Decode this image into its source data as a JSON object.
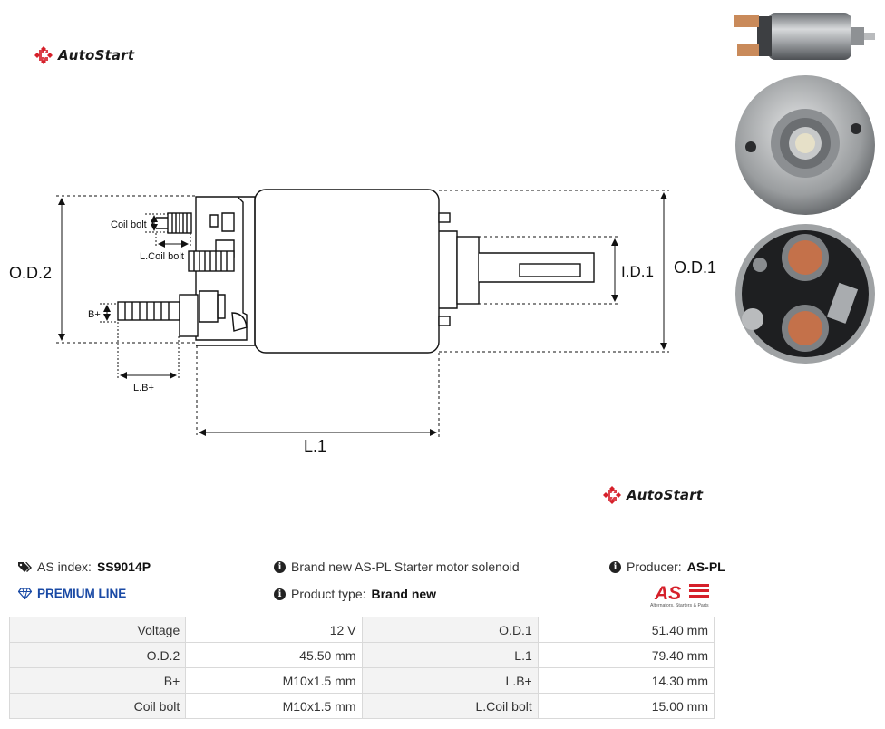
{
  "brand": {
    "name": "AutoStart",
    "accent": "#d6202a"
  },
  "drawing": {
    "labels": {
      "od2": "O.D.2",
      "od1": "O.D.1",
      "id1": "I.D.1",
      "l1": "L.1",
      "coil_bolt": "Coil bolt",
      "l_coil_bolt": "L.Coil bolt",
      "b_plus": "B+",
      "l_b_plus": "L.B+"
    }
  },
  "info": {
    "as_index_label": "AS index:",
    "as_index_value": "SS9014P",
    "premium": "PREMIUM LINE",
    "description": "Brand new AS-PL Starter motor solenoid",
    "product_type_label": "Product type:",
    "product_type_value": "Brand new",
    "producer_label": "Producer:",
    "producer_value": "AS-PL",
    "producer_logo_text": "AS",
    "producer_logo_tagline": "Alternators, Starters & Parts"
  },
  "specs": [
    {
      "label": "Voltage",
      "value": "12 V",
      "label2": "O.D.1",
      "value2": "51.40 mm"
    },
    {
      "label": "O.D.2",
      "value": "45.50 mm",
      "label2": "L.1",
      "value2": "79.40 mm"
    },
    {
      "label": "B+",
      "value": "M10x1.5 mm",
      "label2": "L.B+",
      "value2": "14.30 mm"
    },
    {
      "label": "Coil bolt",
      "value": "M10x1.5 mm",
      "label2": "L.Coil bolt",
      "value2": "15.00 mm"
    }
  ]
}
